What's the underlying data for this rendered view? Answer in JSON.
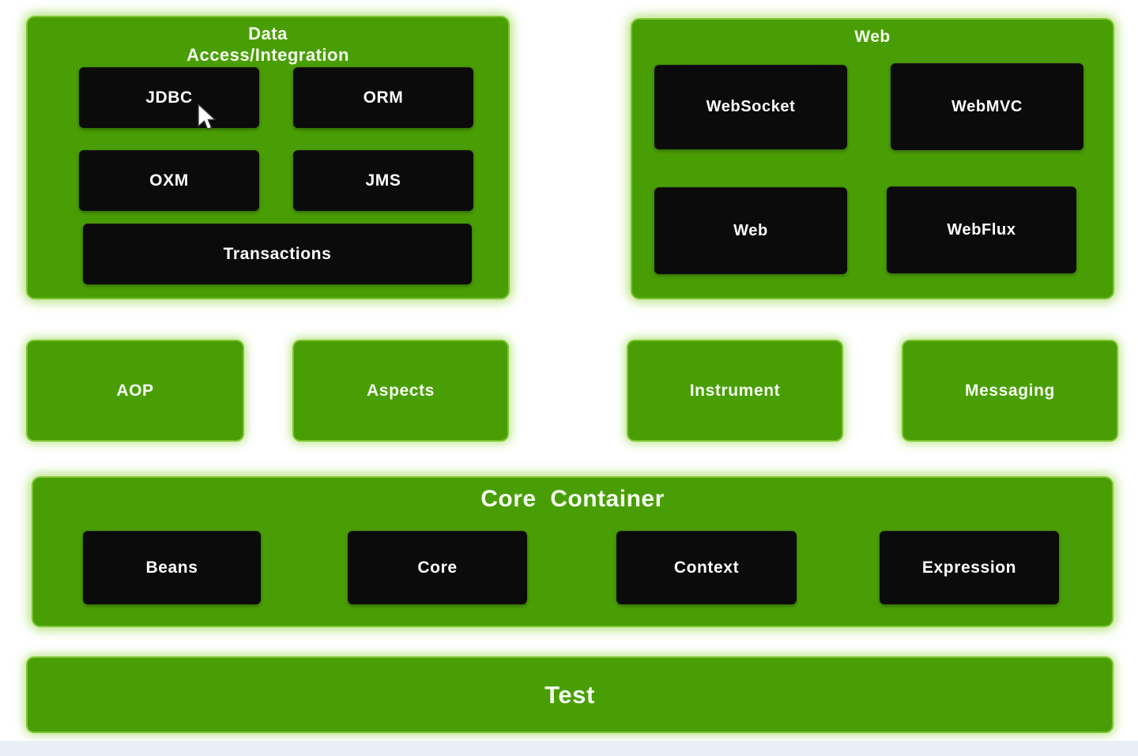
{
  "panels": {
    "data_access": {
      "title_line1": "Data",
      "title_line2": "Access/Integration",
      "modules": [
        "JDBC",
        "ORM",
        "OXM",
        "JMS",
        "Transactions"
      ]
    },
    "web": {
      "title": "Web",
      "modules": [
        "WebSocket",
        "WebMVC",
        "Web",
        "WebFlux"
      ]
    },
    "core_container": {
      "title": "Core  Container",
      "modules": [
        "Beans",
        "Core",
        "Context",
        "Expression"
      ]
    },
    "test": {
      "title": "Test"
    }
  },
  "standalone_modules": [
    "AOP",
    "Aspects",
    "Instrument",
    "Messaging"
  ],
  "colors": {
    "panel_green": "#4a9e05",
    "glow_green": "#8fd140",
    "module_black": "#0b0b0b",
    "label_white": "#fdfdfd",
    "bottom_strip_blue": "#e9eef7",
    "background": "#ffffff"
  }
}
